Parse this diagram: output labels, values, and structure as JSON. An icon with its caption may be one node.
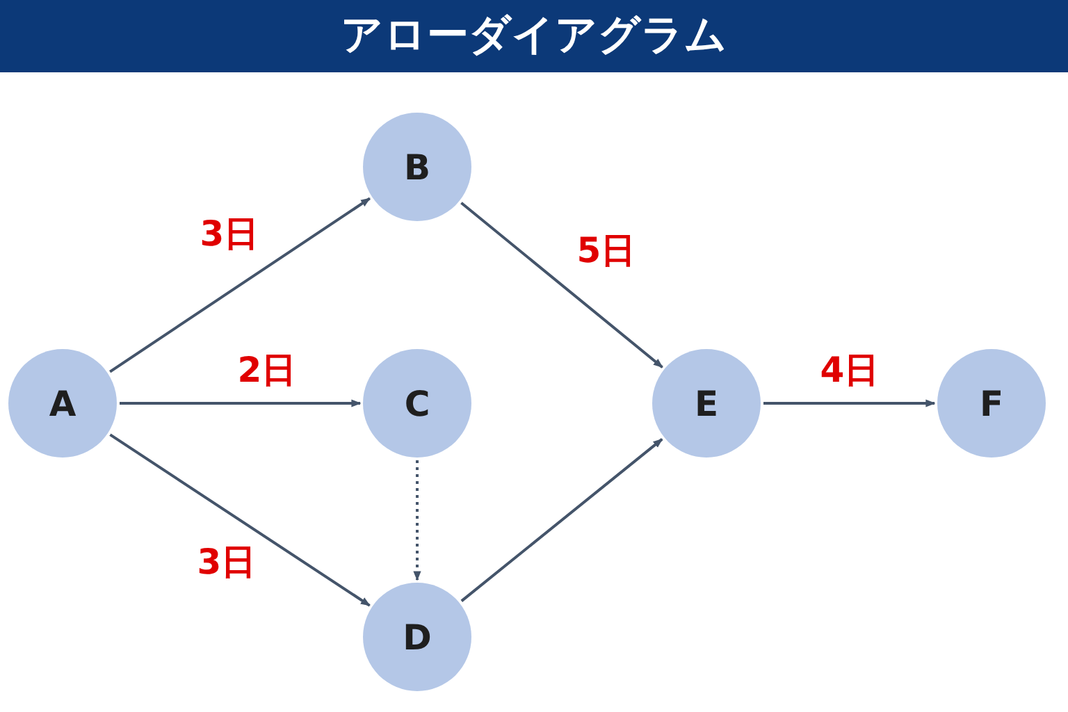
{
  "diagram": {
    "title": "アローダイアグラム",
    "nodes": [
      {
        "text": [
          "A"
        ]
      },
      {
        "text": [
          "B"
        ]
      },
      {
        "text": [
          "C"
        ]
      },
      {
        "text": [
          "D"
        ]
      },
      {
        "text": [
          "E"
        ]
      },
      {
        "text": [
          "F"
        ]
      }
    ],
    "edges": [
      {
        "from": 0,
        "to": 1,
        "arrow": "to",
        "label": "3日"
      },
      {
        "from": 0,
        "to": 2,
        "arrow": "to",
        "label": "2日"
      },
      {
        "from": 0,
        "to": 3,
        "arrow": "to",
        "label": "3日"
      },
      {
        "from": 1,
        "to": 4,
        "arrow": "to",
        "label": "5日"
      },
      {
        "from": 2,
        "to": 3,
        "arrow": "to",
        "style": "dashed"
      },
      {
        "from": 3,
        "to": 4,
        "arrow": "to"
      },
      {
        "from": 4,
        "to": 5,
        "arrow": "to",
        "label": "4日"
      }
    ]
  }
}
